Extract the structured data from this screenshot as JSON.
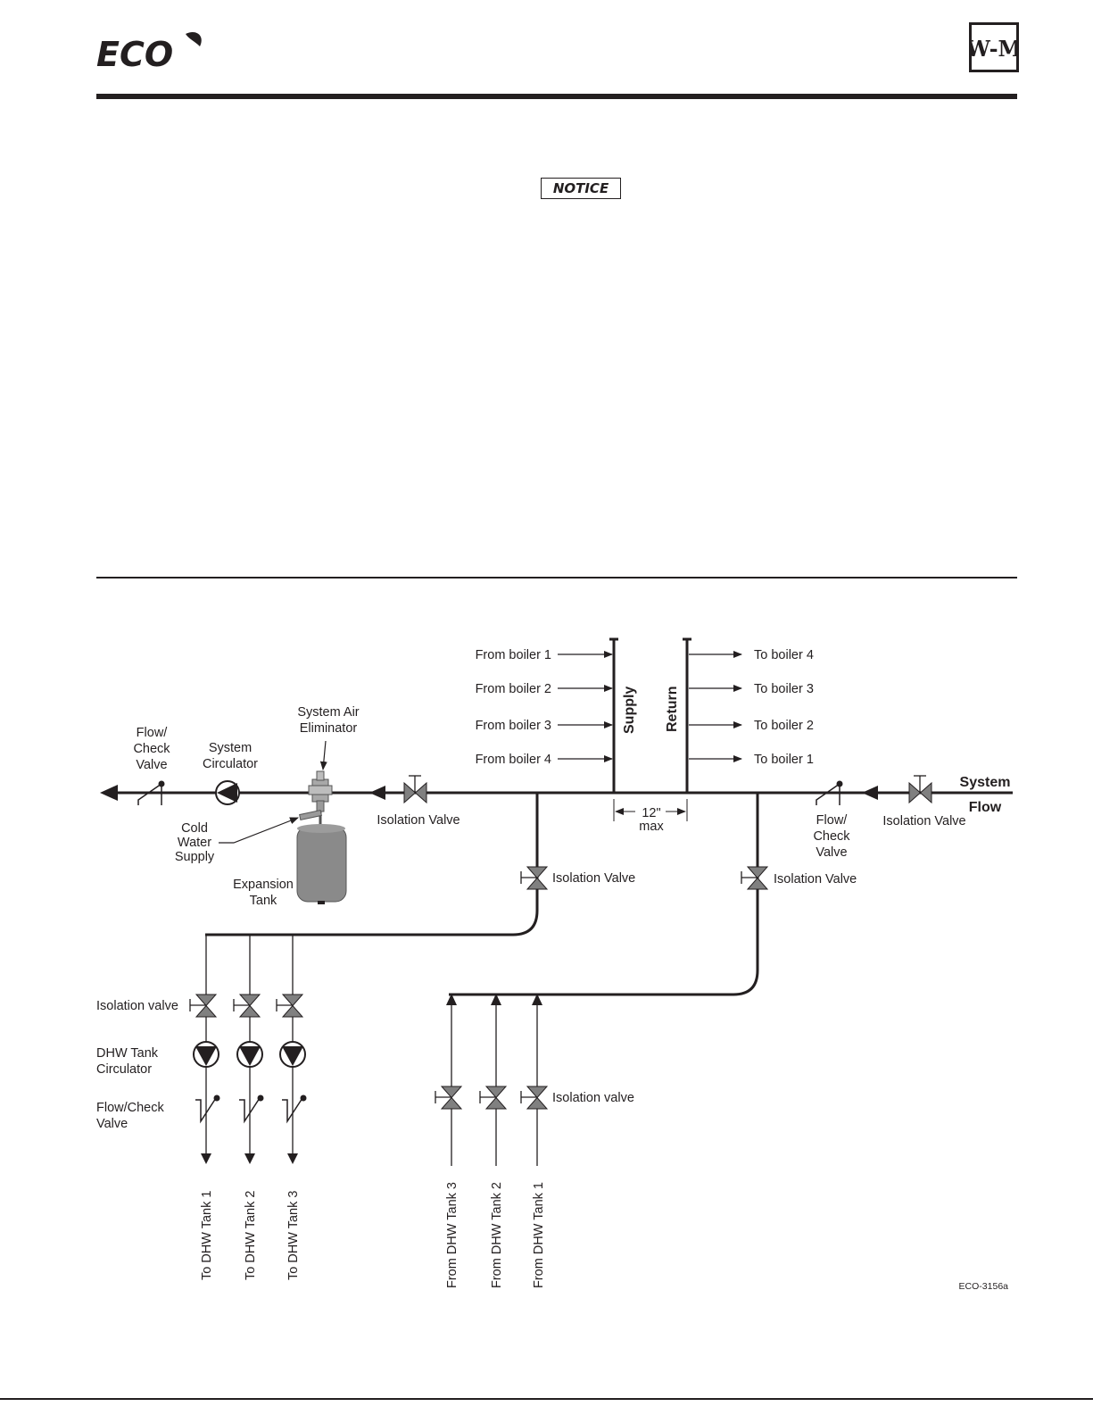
{
  "header": {
    "brand_logo": "ECO",
    "maker_logo": "W-M",
    "notice_label": "NOTICE"
  },
  "diagram": {
    "headers": {
      "supply": "Supply",
      "return": "Return"
    },
    "boiler_supply": [
      "From boiler 1",
      "From boiler 2",
      "From boiler 3",
      "From boiler 4"
    ],
    "boiler_return": [
      "To boiler 4",
      "To boiler 3",
      "To boiler 2",
      "To boiler 1"
    ],
    "spacing_value": "12\"",
    "spacing_unit": "max",
    "system_flow": [
      "System",
      "Flow"
    ],
    "left_flow_check": [
      "Flow/",
      "Check",
      "Valve"
    ],
    "system_circulator": [
      "System",
      "Circulator"
    ],
    "air_eliminator": [
      "System Air",
      "Eliminator"
    ],
    "cold_water_supply": [
      "Cold",
      "Water",
      "Supply"
    ],
    "expansion_tank": [
      "Expansion",
      "Tank"
    ],
    "isolation_valve_main_left": "Isolation Valve",
    "isolation_valve_branch_left": "Isolation Valve",
    "isolation_valve_branch_right": "Isolation Valve",
    "isolation_valve_main_right": "Isolation Valve",
    "right_flow_check": [
      "Flow/",
      "Check",
      "Valve"
    ],
    "dhw_labels": {
      "isolation": "Isolation valve",
      "circulator": [
        "DHW Tank",
        "Circulator"
      ],
      "flow_check": [
        "Flow/Check",
        "Valve"
      ]
    },
    "return_isolation": "Isolation valve",
    "to_tanks": [
      "To DHW Tank 1",
      "To DHW Tank 2",
      "To DHW Tank 3"
    ],
    "from_tanks": [
      "From DHW Tank 3",
      "From DHW Tank 2",
      "From DHW Tank 1"
    ],
    "figure_id": "ECO-3156a"
  },
  "colors": {
    "ink": "#231f20",
    "valve_gray": "#808080",
    "tank_gray": "#8a8a8a",
    "rule": "#231f20"
  }
}
